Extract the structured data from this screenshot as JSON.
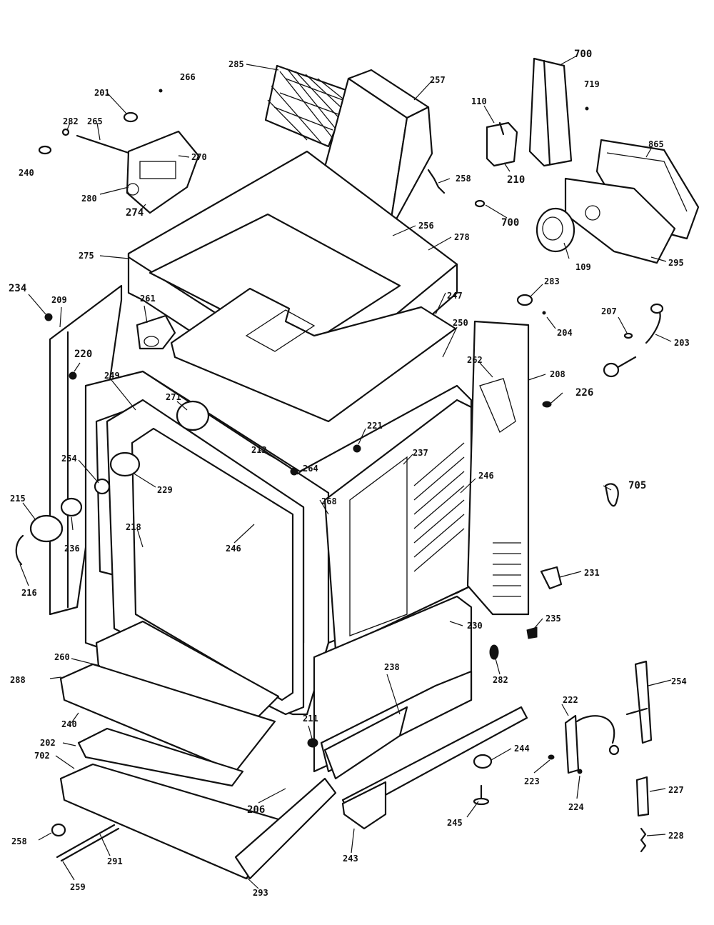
{
  "callouts": [
    {
      "id": "c201",
      "text": "201"
    },
    {
      "id": "c266",
      "text": "266"
    },
    {
      "id": "c285",
      "text": "285"
    },
    {
      "id": "c257",
      "text": "257"
    },
    {
      "id": "c110",
      "text": "110"
    },
    {
      "id": "c700a",
      "text": "700"
    },
    {
      "id": "c719",
      "text": "719"
    },
    {
      "id": "c282a",
      "text": "282"
    },
    {
      "id": "c265",
      "text": "265"
    },
    {
      "id": "c270",
      "text": "270"
    },
    {
      "id": "c240a",
      "text": "240"
    },
    {
      "id": "c280a",
      "text": "280"
    },
    {
      "id": "c274",
      "text": "274"
    },
    {
      "id": "c258a",
      "text": "258"
    },
    {
      "id": "c210",
      "text": "210"
    },
    {
      "id": "c700b",
      "text": "700"
    },
    {
      "id": "c865",
      "text": "865"
    },
    {
      "id": "c256",
      "text": "256"
    },
    {
      "id": "c278",
      "text": "278"
    },
    {
      "id": "c275",
      "text": "275"
    },
    {
      "id": "c109",
      "text": "109"
    },
    {
      "id": "c295",
      "text": "295"
    },
    {
      "id": "c234",
      "text": "234"
    },
    {
      "id": "c209",
      "text": "209"
    },
    {
      "id": "c261",
      "text": "261"
    },
    {
      "id": "c247",
      "text": "247"
    },
    {
      "id": "c283",
      "text": "283"
    },
    {
      "id": "c204",
      "text": "204"
    },
    {
      "id": "c207",
      "text": "207"
    },
    {
      "id": "c203",
      "text": "203"
    },
    {
      "id": "c250",
      "text": "250"
    },
    {
      "id": "c220",
      "text": "220"
    },
    {
      "id": "c262",
      "text": "262"
    },
    {
      "id": "c208",
      "text": "208"
    },
    {
      "id": "c226",
      "text": "226"
    },
    {
      "id": "c249",
      "text": "249"
    },
    {
      "id": "c271",
      "text": "271"
    },
    {
      "id": "c221",
      "text": "221"
    },
    {
      "id": "c212",
      "text": "212"
    },
    {
      "id": "c254a",
      "text": "254"
    },
    {
      "id": "c229",
      "text": "229"
    },
    {
      "id": "c237",
      "text": "237"
    },
    {
      "id": "c264",
      "text": "264"
    },
    {
      "id": "c705",
      "text": "705"
    },
    {
      "id": "c215",
      "text": "215"
    },
    {
      "id": "c236",
      "text": "236"
    },
    {
      "id": "c218",
      "text": "218"
    },
    {
      "id": "c246",
      "text": "246"
    },
    {
      "id": "c268",
      "text": "268"
    },
    {
      "id": "c246b",
      "text": "246"
    },
    {
      "id": "c216",
      "text": "216"
    },
    {
      "id": "c231",
      "text": "231"
    },
    {
      "id": "c235",
      "text": "235"
    },
    {
      "id": "c230",
      "text": "230"
    },
    {
      "id": "c288",
      "text": "288"
    },
    {
      "id": "c260",
      "text": "260"
    },
    {
      "id": "c238",
      "text": "238"
    },
    {
      "id": "c282b",
      "text": "282"
    },
    {
      "id": "c254b",
      "text": "254"
    },
    {
      "id": "c222",
      "text": "222"
    },
    {
      "id": "c240b",
      "text": "240"
    },
    {
      "id": "c202",
      "text": "202"
    },
    {
      "id": "c211",
      "text": "211"
    },
    {
      "id": "c244",
      "text": "244"
    },
    {
      "id": "c702",
      "text": "702"
    },
    {
      "id": "c223",
      "text": "223"
    },
    {
      "id": "c206",
      "text": "206"
    },
    {
      "id": "c224",
      "text": "224"
    },
    {
      "id": "c227",
      "text": "227"
    },
    {
      "id": "c245",
      "text": "245"
    },
    {
      "id": "c258b",
      "text": "258"
    },
    {
      "id": "c243",
      "text": "243"
    },
    {
      "id": "c228",
      "text": "228"
    },
    {
      "id": "c291",
      "text": "291"
    },
    {
      "id": "c259",
      "text": "259"
    },
    {
      "id": "c293",
      "text": "293"
    }
  ]
}
